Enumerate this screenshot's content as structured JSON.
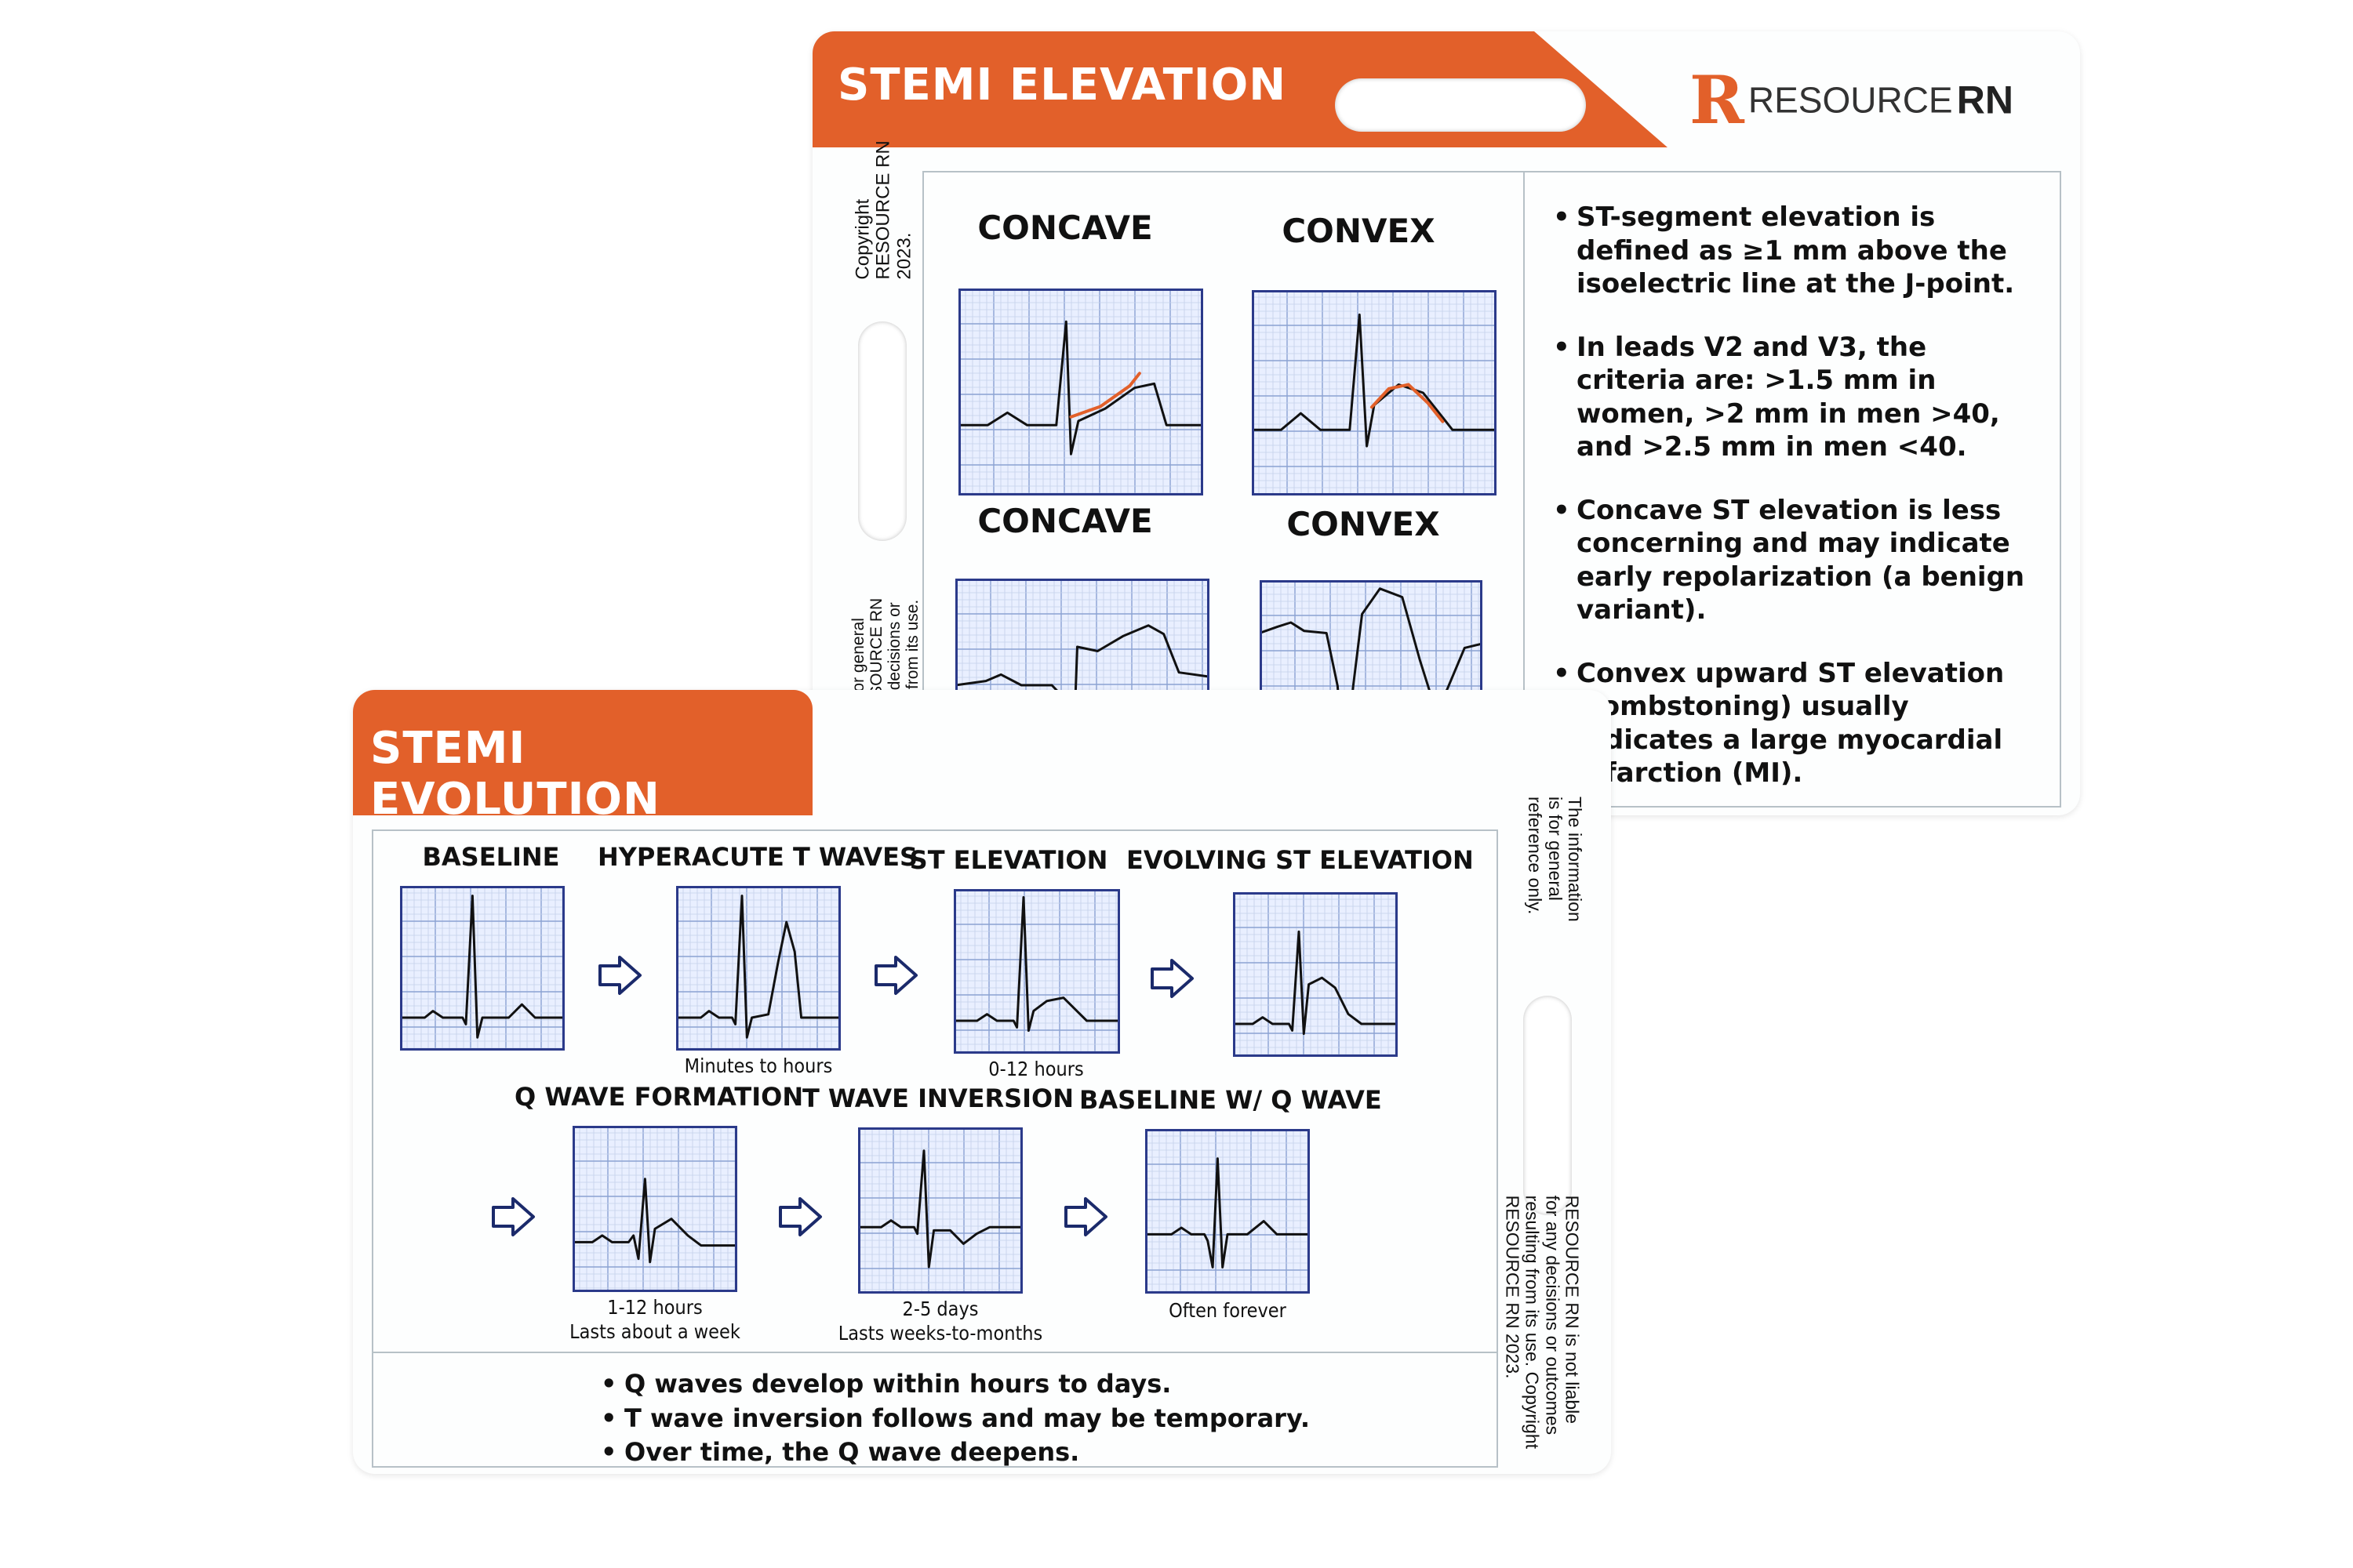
{
  "colors": {
    "accent": "#e2602a",
    "grid_minor": "#c3d0ea",
    "grid_major": "#8ba2d2",
    "grid_bg": "#e9efff",
    "frame": "#2b3a8a",
    "highlight": "#e2602a"
  },
  "back_card": {
    "title": "STEMI ELEVATION",
    "brand_letter": "R",
    "brand_name": "RESOURCE",
    "brand_suffix": "RN",
    "side_copyright": "Copyright\nRESOURCE RN\n2023.",
    "side_disclaimer": "The information is for general\nreference only. RESOURCE RN\nis not liable for any decisions or\noutcomes resulting from its use.",
    "panels": [
      {
        "label": "CONCAVE",
        "icon": "concave-st-ecg-icon"
      },
      {
        "label": "CONVEX",
        "icon": "convex-st-ecg-icon"
      },
      {
        "label": "CONCAVE",
        "icon": "concave-st-ecg-icon"
      },
      {
        "label": "CONVEX",
        "icon": "tombstone-st-ecg-icon"
      }
    ],
    "bullets": [
      "ST-segment elevation is defined as ≥1 mm above the isoelectric line at the J-point.",
      "In leads V2 and V3, the criteria are: >1.5 mm in women, >2 mm in men >40, and >2.5 mm in men <40.",
      "Concave ST elevation is less concerning and may indicate early repolarization (a benign variant).",
      "Convex upward ST elevation (tombstoning) usually indicates a large myocardial infarction (MI)."
    ]
  },
  "front_card": {
    "title": "STEMI EVOLUTION",
    "side_top": "The information\nis for general\nreference only.",
    "side_bottom": "RESOURCE RN is not liable\nfor any decisions or outcomes\nresulting from its use. Copyright\nRESOURCE RN 2023.",
    "stages": [
      {
        "label": "BASELINE",
        "note1": "",
        "note2": ""
      },
      {
        "label": "HYPERACUTE T WAVES",
        "note1": "Minutes to hours",
        "note2": ""
      },
      {
        "label": "ST ELEVATION",
        "note1": "0-12 hours",
        "note2": ""
      },
      {
        "label": "EVOLVING ST ELEVATION",
        "note1": "",
        "note2": ""
      },
      {
        "label": "Q WAVE FORMATION",
        "note1": "1-12 hours",
        "note2": "Lasts about a week"
      },
      {
        "label": "T WAVE INVERSION",
        "note1": "2-5 days",
        "note2": "Lasts weeks-to-months"
      },
      {
        "label": "BASELINE W/ Q WAVE",
        "note1": "Often forever",
        "note2": ""
      }
    ],
    "bullets": [
      "Q waves develop within hours to days.",
      "T wave inversion follows and may be temporary.",
      "Over time, the Q wave deepens."
    ]
  }
}
